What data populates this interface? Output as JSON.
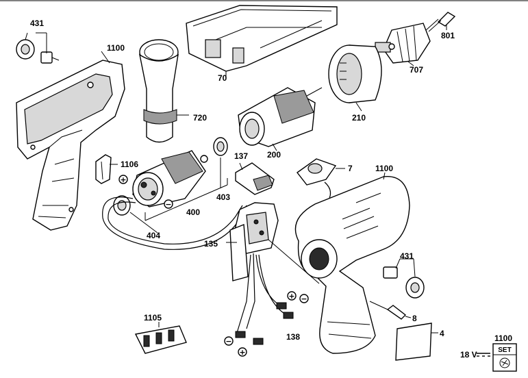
{
  "parts": {
    "p431a": "431",
    "p1100a": "1100",
    "p720": "720",
    "p70": "70",
    "p801": "801",
    "p707": "707",
    "p210": "210",
    "p200": "200",
    "p1106": "1106",
    "p403": "403",
    "p400": "400",
    "p404": "404",
    "p137": "137",
    "p7": "7",
    "p1100b": "1100",
    "p135": "135",
    "p431b": "431",
    "p8": "8",
    "p138": "138",
    "p1105": "1105",
    "p4": "4",
    "p1100c": "1100"
  },
  "voltage": "18 V",
  "set_badge": "SET",
  "polarity": {
    "plus": "+",
    "minus": "−"
  }
}
